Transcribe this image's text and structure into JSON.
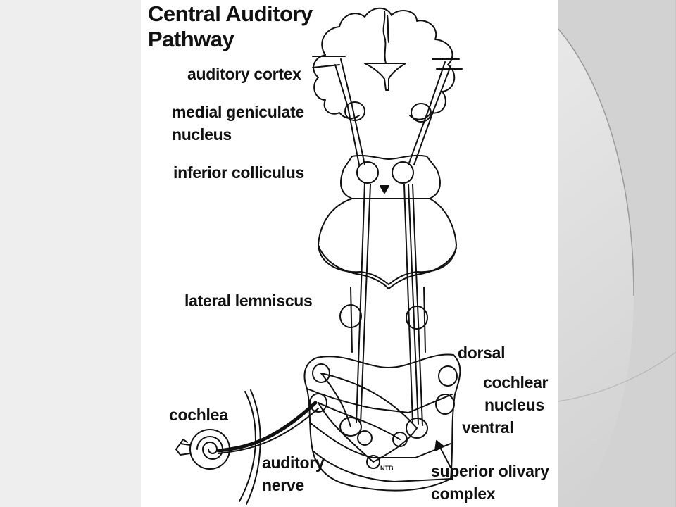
{
  "slide": {
    "background_color": "#d9d9d9",
    "panel_color": "#ffffff"
  },
  "figure": {
    "title_line1": "Central Auditory",
    "title_line2": "Pathway",
    "labels": {
      "auditory_cortex": "auditory cortex",
      "medial_geniculate_1": "medial geniculate",
      "medial_geniculate_2": "nucleus",
      "inferior_colliculus": "inferior colliculus",
      "lateral_lemniscus": "lateral lemniscus",
      "dorsal": "dorsal",
      "cochlear": "cochlear",
      "nucleus": "nucleus",
      "ventral": "ventral",
      "cochlea": "cochlea",
      "auditory_1": "auditory",
      "auditory_2": "nerve",
      "superior_olivary_1": "superior olivary",
      "superior_olivary_2": "complex",
      "ntb": "NTB"
    }
  }
}
